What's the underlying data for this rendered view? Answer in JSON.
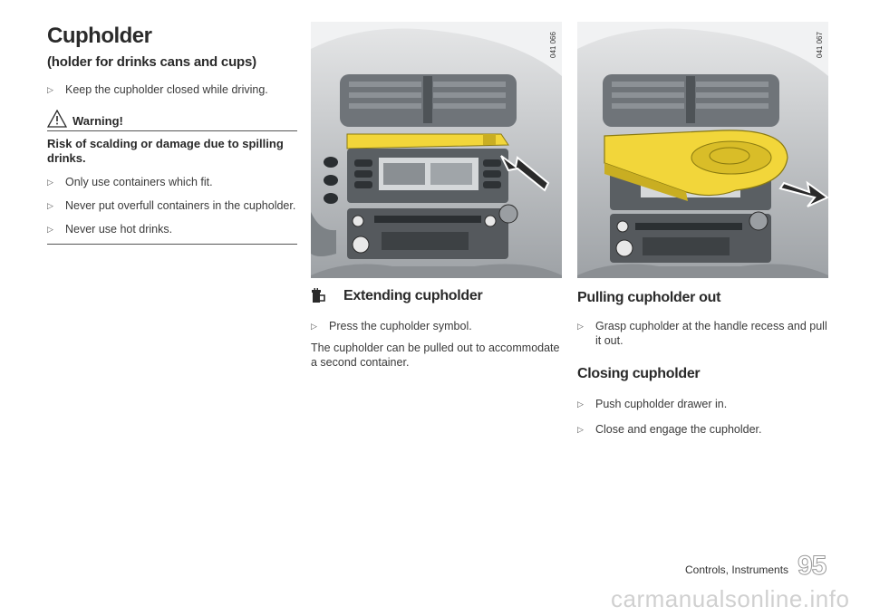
{
  "left": {
    "title": "Cupholder",
    "subtitle": "(holder for drinks cans and cups)",
    "intro_bullet": "Keep the cupholder closed while driving.",
    "warning": {
      "label": "Warning!",
      "heading": "Risk of scalding or damage due to spilling drinks.",
      "bullets": [
        "Only use containers which fit.",
        "Never put overfull containers in the cupholder.",
        "Never use hot drinks."
      ]
    }
  },
  "figures": [
    {
      "code": "041 066"
    },
    {
      "code": "041 067"
    }
  ],
  "middle": {
    "heading": "Extending cupholder",
    "bullet": "Press the cupholder symbol.",
    "body": "The cupholder can be pulled out to accommodate a second container."
  },
  "right": {
    "pull_heading": "Pulling cupholder out",
    "pull_bullet": "Grasp cupholder at the handle recess and pull it out.",
    "close_heading": "Closing cupholder",
    "close_bullets": [
      "Push cupholder drawer in.",
      "Close and engage the cupholder."
    ]
  },
  "footer": {
    "section": "Controls, Instruments",
    "page_number": "95",
    "watermark": "carmanualsonline.info"
  },
  "colors": {
    "highlight_yellow": "#f2d63a",
    "arrow": "#2a2a2a",
    "dash_grey": "#b9bcbf"
  },
  "icons": [
    "warning-triangle-icon",
    "cupholder-symbol-icon",
    "bullet-arrow-icon"
  ]
}
